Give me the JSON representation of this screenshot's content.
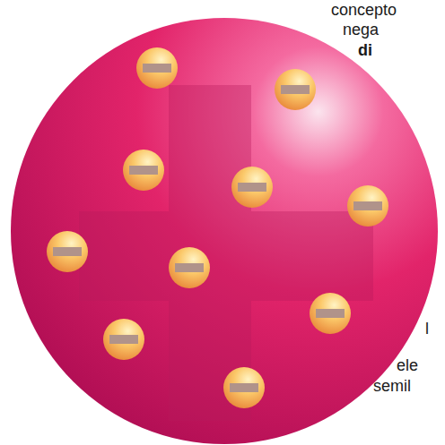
{
  "diagram": {
    "labels": [
      "concepto",
      "nega",
      "di",
      "l",
      "ele",
      "semil"
    ]
  }
}
